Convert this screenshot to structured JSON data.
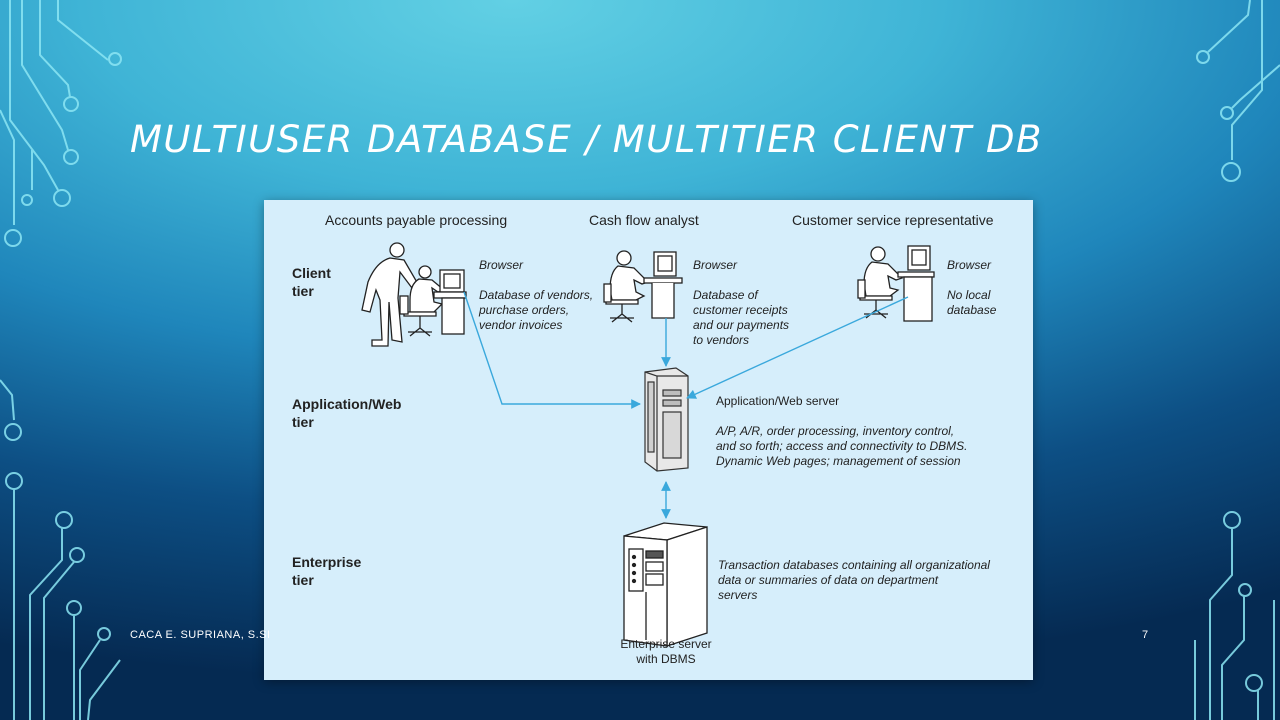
{
  "slide": {
    "title": "MULTIUSER DATABASE / MULTITIER CLIENT DB",
    "footer": "CACA E. SUPRIANA, S.SI",
    "page_number": "7"
  },
  "figure": {
    "roles": {
      "accounts": "Accounts payable processing",
      "cashflow": "Cash flow analyst",
      "customer": "Customer service representative"
    },
    "tiers": {
      "client_1": "Client",
      "client_2": "tier",
      "app_1": "Application/Web",
      "app_2": "tier",
      "enterprise_1": "Enterprise",
      "enterprise_2": "tier"
    },
    "clients": {
      "accounts": {
        "browser": "Browser",
        "desc_1": "Database of vendors,",
        "desc_2": "purchase orders,",
        "desc_3": "vendor invoices"
      },
      "cashflow": {
        "browser": "Browser",
        "desc_1": "Database of",
        "desc_2": "customer receipts",
        "desc_3": "and our payments",
        "desc_4": "to vendors"
      },
      "customer": {
        "browser": "Browser",
        "desc_1": "No local",
        "desc_2": "database"
      }
    },
    "app_server": {
      "title": "Application/Web server",
      "desc_1": "A/P, A/R, order processing, inventory control,",
      "desc_2": "and so forth; access and connectivity to DBMS.",
      "desc_3": "Dynamic Web pages; management of session"
    },
    "enterprise": {
      "desc_1": "Transaction databases containing all organizational",
      "desc_2": "data or summaries of data on department",
      "desc_3": "servers",
      "label_1": "Enterprise server",
      "label_2": "with DBMS"
    },
    "colors": {
      "arrow": "#3aa8dc",
      "panel": "#d6eefb"
    }
  }
}
